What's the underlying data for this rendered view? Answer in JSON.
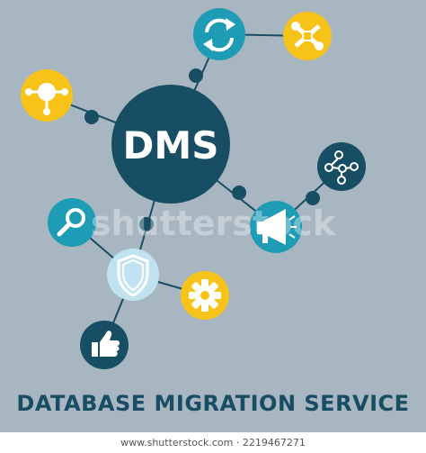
{
  "diagram": {
    "center_label": "DMS",
    "title": "DATABASE MIGRATION SERVICE",
    "colors": {
      "background": "#a8b6c1",
      "dark": "#184e63",
      "teal": "#1e9bb5",
      "yellow": "#f7c318",
      "light_blue": "#c1e2f0",
      "connector": "#184e63",
      "title_text": "#184e63"
    },
    "icons": [
      {
        "name": "sync-icon"
      },
      {
        "name": "tools-icon"
      },
      {
        "name": "network-hub-icon"
      },
      {
        "name": "nodes-icon"
      },
      {
        "name": "megaphone-icon"
      },
      {
        "name": "magnifier-icon"
      },
      {
        "name": "shield-icon"
      },
      {
        "name": "gear-icon"
      },
      {
        "name": "thumbs-up-icon"
      }
    ]
  },
  "watermark": "shutterstock",
  "footer": {
    "credit": "www.shutterstock.com · 2219467271"
  }
}
